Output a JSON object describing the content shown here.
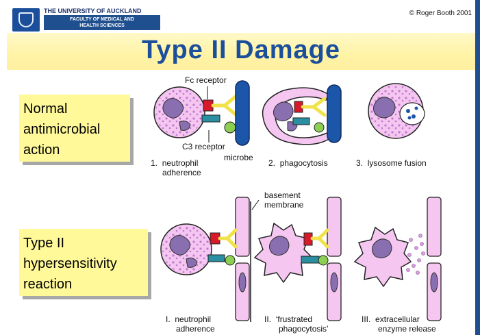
{
  "header": {
    "university": "THE UNIVERSITY OF AUCKLAND",
    "faculty_line1": "FACULTY OF MEDICAL AND",
    "faculty_line2": "HEALTH SCIENCES",
    "copyright": "© Roger Booth 2001"
  },
  "title": "Type II Damage",
  "rows": {
    "normal": {
      "label_lines": [
        "Normal",
        "antimicrobial",
        "action"
      ],
      "steps": [
        {
          "number": "1.",
          "text": [
            "neutrophil",
            "adherence"
          ]
        },
        {
          "number": "2.",
          "text": [
            "phagocytosis"
          ]
        },
        {
          "number": "3.",
          "text": [
            "lysosome fusion"
          ]
        }
      ],
      "annotations": {
        "fc_receptor": "Fc receptor",
        "c3_receptor": "C3 receptor",
        "microbe": "microbe"
      }
    },
    "type2": {
      "label_lines": [
        "Type II",
        "hypersensitivity",
        "reaction"
      ],
      "steps": [
        {
          "number": "I.",
          "text": [
            "neutrophil",
            "adherence"
          ]
        },
        {
          "number": "II.",
          "text": [
            "‘frustrated",
            "phagocytosis’"
          ]
        },
        {
          "number": "III.",
          "text": [
            "extracellular",
            "enzyme release"
          ]
        }
      ],
      "annotations": {
        "basement_membrane": [
          "basement",
          "membrane"
        ]
      }
    }
  },
  "colors": {
    "brand_blue": "#1b4f9c",
    "title_band": "#fff3a6",
    "label_yellow": "#fff99a",
    "cell_pink": "#f4c6f0",
    "nucleus_purple": "#8a6fb0",
    "fc_red": "#d61a2a",
    "antibody_yellow": "#f2e24a",
    "c3_teal": "#2a8fa0",
    "complement_green": "#8ccf52",
    "microbe_blue": "#1c56a8"
  }
}
